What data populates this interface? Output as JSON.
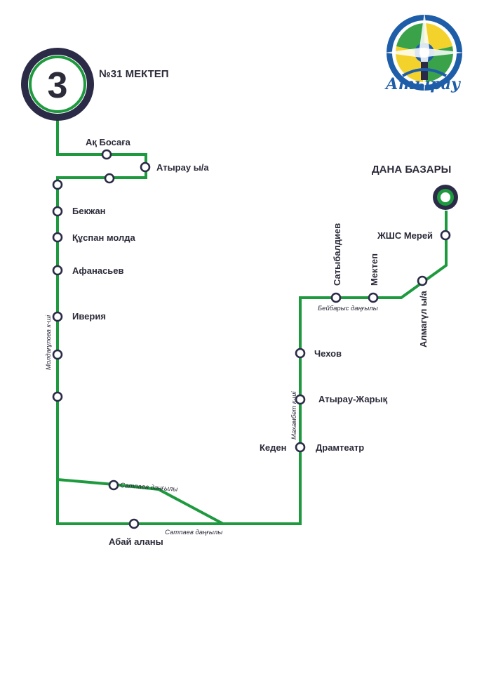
{
  "route": {
    "number": "3",
    "start_terminal": "№31 МЕКТЕП",
    "end_terminal": "ДАНА БАЗАРЫ"
  },
  "colors": {
    "route_line": "#1e9a3e",
    "badge_ring": "#2b2b48",
    "stop_outline": "#2b2b48",
    "text": "#2b2b3a",
    "emblem_blue": "#1e5da8",
    "emblem_yellow": "#f4d22c",
    "emblem_green": "#3aa34a"
  },
  "stops": {
    "ak_bosaga": "Ақ Босаға",
    "atyrau_ua": "Атырау ы/а",
    "bekzhan": "Бекжан",
    "kuspan_molda": "Құспан молда",
    "afanasev": "Афанасьев",
    "iveria": "Иверия",
    "abai_alany": "Абай аланы",
    "keden": "Кеден",
    "dramteatr": "Драмтеатр",
    "atyrau_zharyk": "Атырау-Жарық",
    "chekhov": "Чехов",
    "satybaldiev": "Сатыбалдиев",
    "mektep": "Мектеп",
    "almagul_ua": "Алмагүл ы/а",
    "zhss_merei": "ЖШС Мерей"
  },
  "streets": {
    "moldagulova": "Молдағұлова к-ші",
    "satpaev_upper": "Сатпаев даңғылы",
    "satpaev_lower": "Сатпаев даңғылы",
    "makhambet": "Махамбет к-ші",
    "beibarys": "Бейбарыс даңғылы"
  },
  "emblem": {
    "wordmark": "Атырау",
    "icon": "atyrau-city-emblem"
  }
}
